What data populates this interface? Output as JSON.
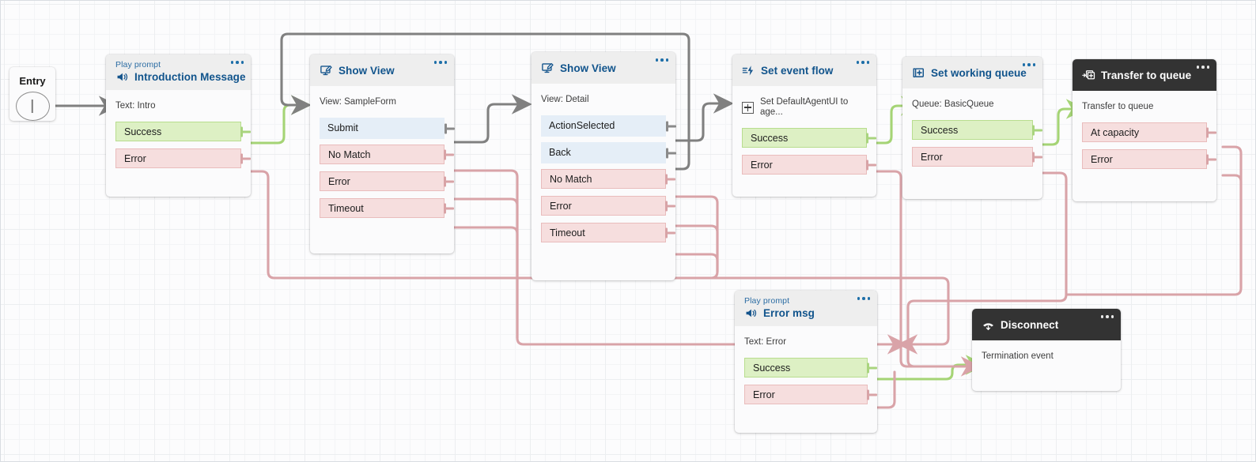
{
  "canvas": {
    "background_color": "#fcfcfd",
    "grid_color": "#eceef0"
  },
  "palette": {
    "success_fill": "#ddf0c4",
    "success_border": "#b8dd8e",
    "error_fill": "#f6dede",
    "error_border": "#e9bcbc",
    "action_fill": "#e5eef7",
    "title_blue": "#11548c",
    "dark_header": "#333333",
    "wire_grey": "#808080",
    "wire_green": "#a5d475",
    "wire_pink": "#d9a3a8"
  },
  "entry": {
    "label": "Entry",
    "icon": "entry-circle-icon"
  },
  "nodes": [
    {
      "id": "introduction-message",
      "kicker": "Play prompt",
      "title": "Introduction Message",
      "icon": "speaker-icon",
      "subtext": "Text: Intro",
      "theme": "light",
      "ports": [
        {
          "label": "Success",
          "kind": "success"
        },
        {
          "label": "Error",
          "kind": "error"
        }
      ]
    },
    {
      "id": "show-view-sampleform",
      "kicker": "",
      "title": "Show View",
      "icon": "monitor-edit-icon",
      "subtext": "View: SampleForm",
      "theme": "light",
      "ports": [
        {
          "label": "Submit",
          "kind": "action"
        },
        {
          "label": "No Match",
          "kind": "error"
        },
        {
          "label": "Error",
          "kind": "error"
        },
        {
          "label": "Timeout",
          "kind": "error"
        }
      ]
    },
    {
      "id": "show-view-detail",
      "kicker": "",
      "title": "Show View",
      "icon": "monitor-edit-icon",
      "subtext": "View: Detail",
      "theme": "light",
      "ports": [
        {
          "label": "ActionSelected",
          "kind": "action"
        },
        {
          "label": "Back",
          "kind": "action"
        },
        {
          "label": "No Match",
          "kind": "error"
        },
        {
          "label": "Error",
          "kind": "error"
        },
        {
          "label": "Timeout",
          "kind": "error"
        }
      ]
    },
    {
      "id": "set-event-flow",
      "kicker": "",
      "title": "Set event flow",
      "icon": "event-flow-icon",
      "subtext": "Set DefaultAgentUI to age...",
      "subtext_icon": "plus-box-icon",
      "theme": "light",
      "ports": [
        {
          "label": "Success",
          "kind": "success"
        },
        {
          "label": "Error",
          "kind": "error"
        }
      ]
    },
    {
      "id": "set-working-queue",
      "kicker": "",
      "title": "Set working queue",
      "icon": "queue-plus-icon",
      "subtext": "Queue: BasicQueue",
      "theme": "light",
      "ports": [
        {
          "label": "Success",
          "kind": "success"
        },
        {
          "label": "Error",
          "kind": "error"
        }
      ]
    },
    {
      "id": "transfer-to-queue",
      "kicker": "",
      "title": "Transfer to queue",
      "icon": "transfer-queue-icon",
      "subtext": "Transfer to queue",
      "theme": "dark",
      "ports": [
        {
          "label": "At capacity",
          "kind": "error"
        },
        {
          "label": "Error",
          "kind": "error"
        }
      ]
    },
    {
      "id": "error-msg",
      "kicker": "Play prompt",
      "title": "Error msg",
      "icon": "speaker-icon",
      "subtext": "Text: Error",
      "theme": "light",
      "ports": [
        {
          "label": "Success",
          "kind": "success"
        },
        {
          "label": "Error",
          "kind": "error"
        }
      ]
    },
    {
      "id": "disconnect",
      "kicker": "",
      "title": "Disconnect",
      "icon": "disconnect-phone-icon",
      "subtext": "Termination event",
      "theme": "dark",
      "ports": []
    }
  ]
}
